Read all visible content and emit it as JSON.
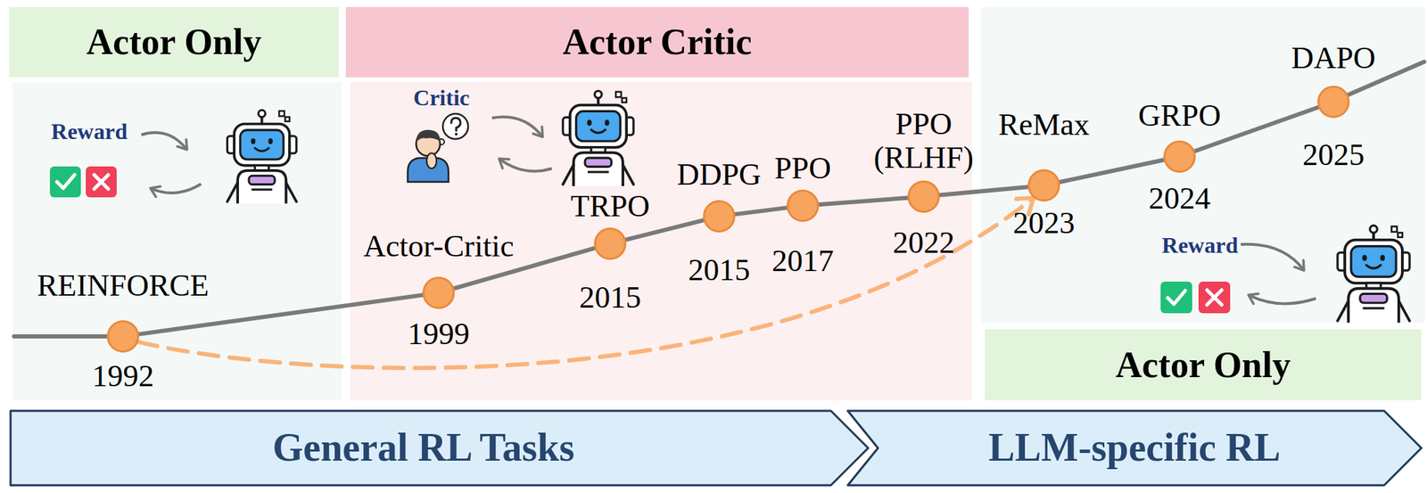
{
  "diagram": {
    "nodes": [
      {
        "text": [
          "Actor Only"
        ]
      },
      {
        "text": [
          "Actor Critic"
        ]
      },
      {
        "text": [
          "REINFORCE",
          "1992"
        ]
      },
      {
        "text": [
          "Actor-Critic",
          "1999"
        ]
      },
      {
        "text": [
          "TRPO",
          "2015"
        ]
      },
      {
        "text": [
          "DDPG",
          "2015"
        ]
      },
      {
        "text": [
          "PPO",
          "2017"
        ]
      },
      {
        "text": [
          "PPO (RLHF)",
          "2022"
        ]
      },
      {
        "text": [
          "ReMax",
          "2023"
        ]
      },
      {
        "text": [
          "GRPO",
          "2024"
        ]
      },
      {
        "text": [
          "DAPO",
          "2025"
        ]
      },
      {
        "text": [
          "Actor Only"
        ]
      },
      {
        "text": [
          "General RL Tasks"
        ]
      },
      {
        "text": [
          "LLM-specific RL"
        ]
      }
    ],
    "edges": [
      {
        "from": 2,
        "to": 3,
        "arrow": "none"
      },
      {
        "from": 3,
        "to": 4,
        "arrow": "none"
      },
      {
        "from": 4,
        "to": 5,
        "arrow": "none"
      },
      {
        "from": 5,
        "to": 6,
        "arrow": "none"
      },
      {
        "from": 6,
        "to": 7,
        "arrow": "none"
      },
      {
        "from": 7,
        "to": 8,
        "arrow": "none"
      },
      {
        "from": 8,
        "to": 9,
        "arrow": "none"
      },
      {
        "from": 9,
        "to": 10,
        "arrow": "none"
      },
      {
        "from": 2,
        "to": 8,
        "arrow": "to"
      }
    ],
    "labels": [
      "Reward",
      "Critic",
      "Reward"
    ]
  }
}
